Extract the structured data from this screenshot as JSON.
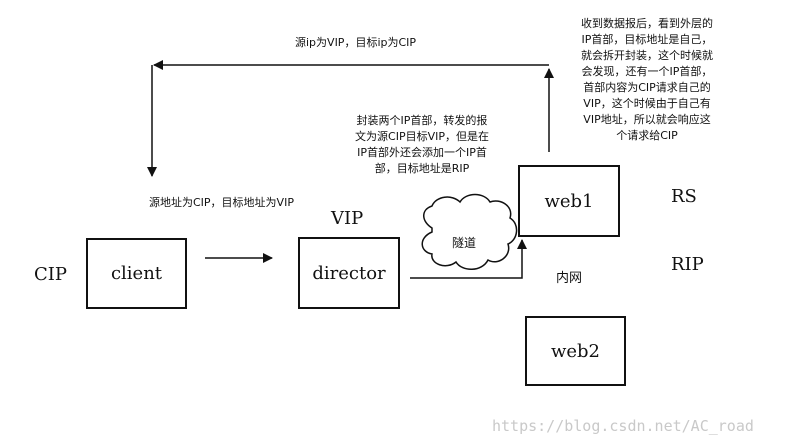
{
  "labels": {
    "cip": "CIP",
    "vip": "VIP",
    "rs": "RS",
    "rip": "RIP",
    "intranet": "内网",
    "tunnel": "隧道"
  },
  "nodes": {
    "client": "client",
    "director": "director",
    "web1": "web1",
    "web2": "web2"
  },
  "captions": {
    "return_path": "源ip为VIP，目标ip为CIP",
    "client_packet": "源地址为CIP，目标地址为VIP"
  },
  "notes": {
    "encapsulation": [
      "封装两个IP首部，转发的报",
      "文为源CIP目标VIP，但是在",
      "IP首部外还会添加一个IP首",
      "部，目标地址是RIP"
    ],
    "web1_receive": [
      "收到数据报后，看到外层的",
      "IP首部，目标地址是自己，",
      "就会拆开封装，这个时候就",
      "会发现，还有一个IP首部，",
      "首部内容为CIP请求自己的",
      "VIP，这个时候由于自己有",
      "VIP地址，所以就会响应这",
      "个请求给CIP"
    ]
  },
  "watermark": "https://blog.csdn.net/AC_road"
}
